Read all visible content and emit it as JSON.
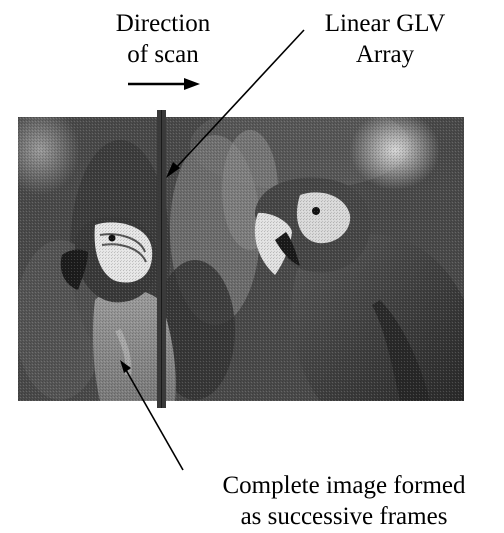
{
  "labels": {
    "direction_of_scan": [
      "Direction",
      "of scan"
    ],
    "linear_glv_array": [
      "Linear GLV",
      "Array"
    ],
    "complete_image": [
      "Complete image formed",
      "as successive frames"
    ]
  },
  "image": {
    "subject": "two macaw parrots (grayscale photograph)"
  },
  "colors": {
    "ink": "#000000",
    "array_bar": "#3a3a3a",
    "photo_dark": "#1e1e1e",
    "photo_mid": "#6a6a6a",
    "photo_light": "#bdbdbd"
  }
}
